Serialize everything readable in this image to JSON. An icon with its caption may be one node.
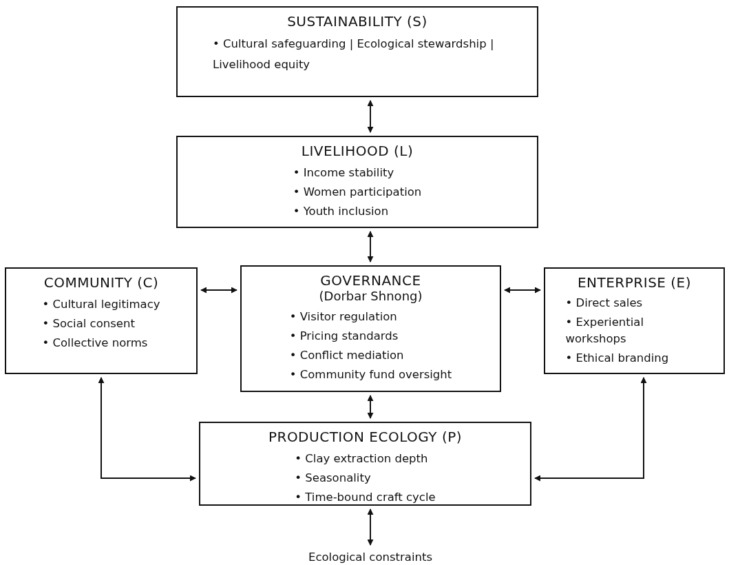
{
  "diagram": {
    "nodes": [
      {
        "text": [
          "SUSTAINABILITY (S)",
          "• Cultural safeguarding | Ecological stewardship | Livelihood equity"
        ]
      },
      {
        "text": [
          "LIVELIHOOD (L)",
          "• Income stability",
          "• Women participation",
          "• Youth inclusion"
        ]
      },
      {
        "text": [
          "COMMUNITY (C)",
          "• Cultural legitimacy",
          "• Social consent",
          "• Collective norms"
        ]
      },
      {
        "text": [
          "GOVERNANCE",
          "(Dorbar Shnong)",
          "• Visitor regulation",
          "• Pricing standards",
          "• Conflict mediation",
          "• Community fund oversight"
        ]
      },
      {
        "text": [
          "ENTERPRISE (E)",
          "• Direct sales",
          "• Experiential workshops",
          "• Ethical branding"
        ]
      },
      {
        "text": [
          "PRODUCTION ECOLOGY (P)",
          "• Clay extraction depth",
          "• Seasonality",
          "• Time-bound craft cycle"
        ]
      },
      {
        "text": [
          "Ecological constraints"
        ]
      }
    ],
    "edges": [
      {
        "from": 0,
        "to": 1,
        "arrow": "both"
      },
      {
        "from": 1,
        "to": 3,
        "arrow": "both"
      },
      {
        "from": 2,
        "to": 3,
        "arrow": "both"
      },
      {
        "from": 3,
        "to": 4,
        "arrow": "both"
      },
      {
        "from": 3,
        "to": 5,
        "arrow": "both"
      },
      {
        "from": 2,
        "to": 5,
        "arrow": "both"
      },
      {
        "from": 4,
        "to": 5,
        "arrow": "both"
      },
      {
        "from": 5,
        "to": 6,
        "arrow": "both"
      }
    ]
  }
}
